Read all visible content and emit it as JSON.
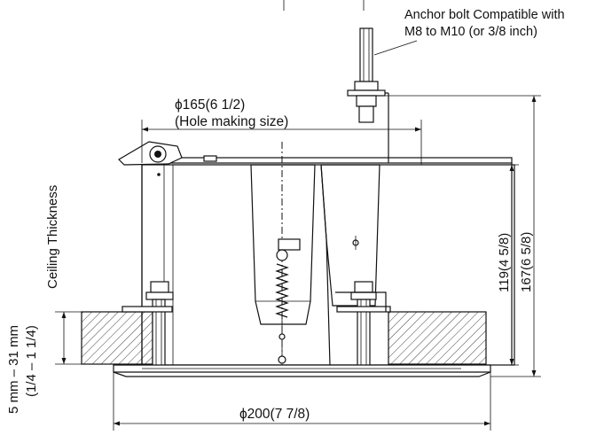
{
  "labels": {
    "anchor_bolt_line1": "Anchor bolt Compatible with",
    "anchor_bolt_line2": "M8 to M10 (or 3/8 inch)",
    "hole_dim": "ϕ165(6 1/2)",
    "hole_note": "(Hole making size)",
    "ceiling_thickness": "Ceiling Thickness",
    "thickness_mm": "5 mm – 31 mm",
    "thickness_in": "(1/4 – 1 1/4)",
    "height_119": "119(4 5/8)",
    "height_167": "167(6 5/8)",
    "diameter_200": "ϕ200(7 7/8)"
  }
}
